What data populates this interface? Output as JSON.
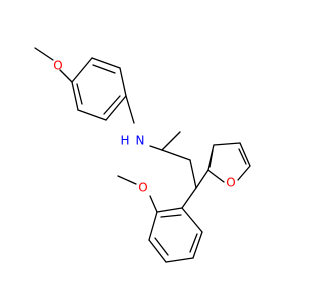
{
  "molecule": {
    "atoms": {
      "o_top": "O",
      "nh": "H",
      "n": "N",
      "o_furan": "O",
      "o_bottom": "O"
    },
    "colors": {
      "oxygen": "#ff0000",
      "nitrogen": "#0000ff",
      "bond": "#000000",
      "background": "#ffffff"
    }
  }
}
